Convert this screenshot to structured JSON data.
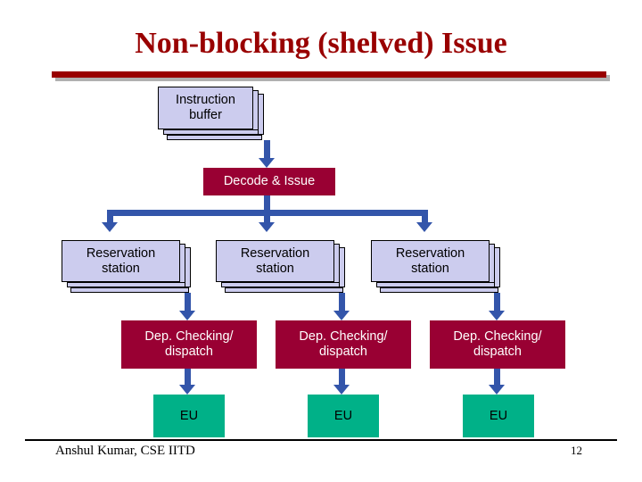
{
  "slide": {
    "title": "Non-blocking (shelved) Issue",
    "footer": "Anshul Kumar, CSE IITD",
    "page_number": "12",
    "colors": {
      "title": "#990000",
      "lavender_box": "#ccccee",
      "maroon_box": "#990033",
      "green_box": "#00b188",
      "arrow": "#3355aa"
    }
  },
  "diagram": {
    "instruction_buffer": {
      "line1": "Instruction",
      "line2": "buffer"
    },
    "decode_issue": "Decode & Issue",
    "reservation_stations": [
      {
        "line1": "Reservation",
        "line2": "station"
      },
      {
        "line1": "Reservation",
        "line2": "station"
      },
      {
        "line1": "Reservation",
        "line2": "station"
      }
    ],
    "dep_checking": [
      {
        "line1": "Dep. Checking/",
        "line2": "dispatch"
      },
      {
        "line1": "Dep. Checking/",
        "line2": "dispatch"
      },
      {
        "line1": "Dep. Checking/",
        "line2": "dispatch"
      }
    ],
    "execution_units": [
      "EU",
      "EU",
      "EU"
    ]
  }
}
